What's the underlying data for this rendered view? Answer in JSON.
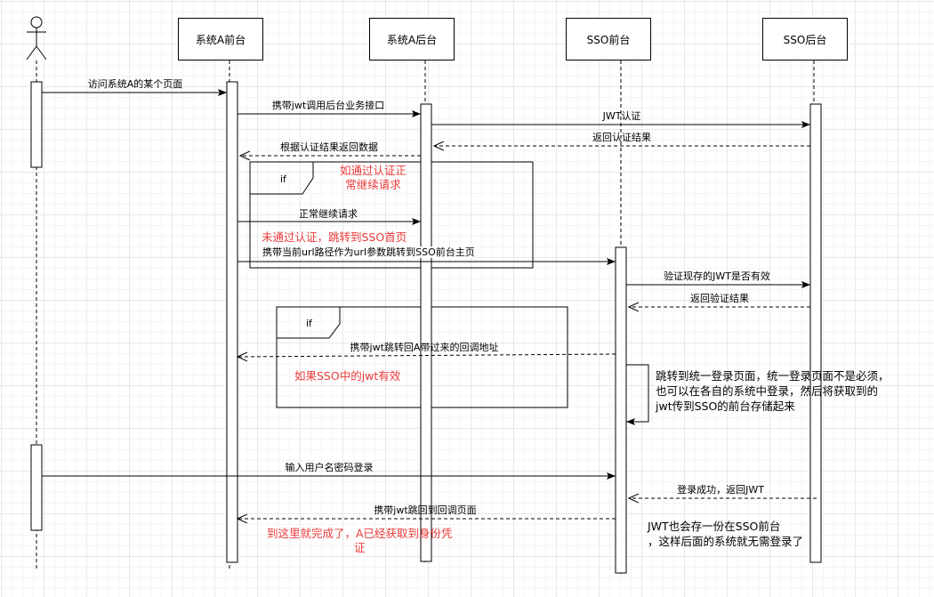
{
  "participants": [
    {
      "id": "user",
      "label": "",
      "type": "actor"
    },
    {
      "id": "a-front",
      "label": "系统A前台"
    },
    {
      "id": "a-back",
      "label": "系统A后台"
    },
    {
      "id": "sso-front",
      "label": "SSO前台"
    },
    {
      "id": "sso-back",
      "label": "SSO后台"
    }
  ],
  "messages": [
    {
      "from": "user",
      "to": "a-front",
      "label": "访问系统A的某个页面",
      "style": "solid"
    },
    {
      "from": "a-front",
      "to": "a-back",
      "label": "携带jwt调用后台业务接口",
      "style": "solid"
    },
    {
      "from": "a-back",
      "to": "sso-back",
      "label": "JWT认证",
      "style": "solid"
    },
    {
      "from": "sso-back",
      "to": "a-back",
      "label": "返回认证结果",
      "style": "dashed"
    },
    {
      "from": "a-back",
      "to": "a-front",
      "label": "根据认证结果返回数据",
      "style": "dashed"
    },
    {
      "from": "a-front",
      "to": "a-back",
      "label": "正常继续请求",
      "style": "solid"
    },
    {
      "from": "a-front",
      "to": "sso-front",
      "label": "携带当前url路径作为url参数跳转到SSO前台主页",
      "style": "solid"
    },
    {
      "from": "sso-front",
      "to": "sso-back",
      "label": "验证现存的JWT是否有效",
      "style": "solid"
    },
    {
      "from": "sso-back",
      "to": "sso-front",
      "label": "返回验证结果",
      "style": "dashed"
    },
    {
      "from": "sso-front",
      "to": "a-front",
      "label": "携带jwt跳转回A带过来的回调地址",
      "style": "dashed"
    },
    {
      "from": "user",
      "to": "sso-front",
      "label": "输入用户名密码登录",
      "style": "solid"
    },
    {
      "from": "sso-back",
      "to": "sso-front",
      "label": "登录成功，返回JWT",
      "style": "dashed"
    },
    {
      "from": "sso-front",
      "to": "a-front",
      "label": "携带jwt跳回到回调页面",
      "style": "dashed"
    }
  ],
  "fragments": [
    {
      "keyword": "if",
      "condition": "如通过认证正常继续请求"
    },
    {
      "keyword": "if",
      "condition": "如果SSO中的jwt有效"
    }
  ],
  "annotations": {
    "not_authenticated": "未通过认证，跳转到SSO首页",
    "done": "到这里就完成了，A已经获取到身份凭证",
    "self_call_lines": [
      "跳转到统一登录页面，统一登录页面不是必须，",
      "也可以在各自的系统中登录，然后将获取到的",
      "jwt传到SSO的前台存储起来"
    ],
    "sso_store_lines": [
      "JWT也会存一份在SSO前台",
      "，这样后面的系统就无需登录了"
    ],
    "cond1_lines": [
      "如通过认证正",
      "常继续请求"
    ],
    "done_lines": [
      "到这里就完成了，A已经获取到身份凭",
      "证"
    ]
  },
  "colors": {
    "line": "#000000",
    "annotation_red": "#ea3a3a",
    "grid": "#e8e8e8"
  }
}
